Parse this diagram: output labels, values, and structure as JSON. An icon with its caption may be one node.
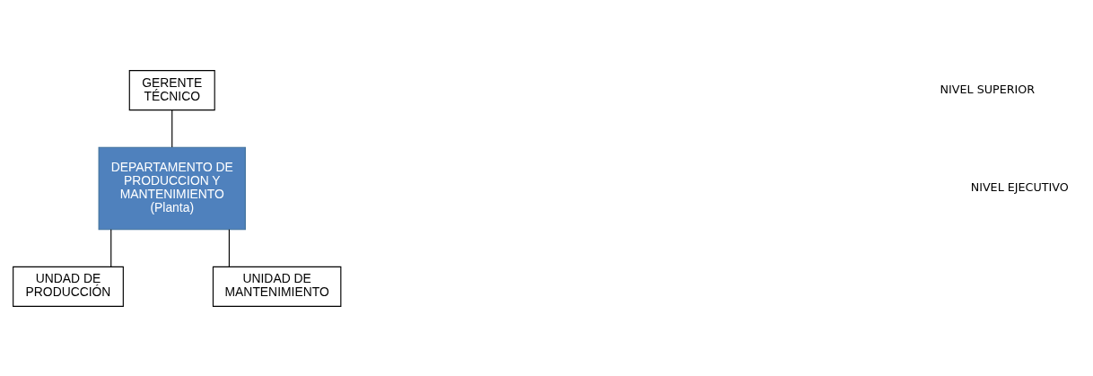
{
  "diagram": {
    "nodes": [
      {
        "text": [
          "GERENTE TÉCNICO"
        ]
      },
      {
        "text": [
          "DEPARTAMENTO DE PRODUCCION Y MANTENIMIENTO (Planta)"
        ]
      },
      {
        "text": [
          "UNDAD DE PRODUCCIÓN"
        ]
      },
      {
        "text": [
          "UNIDAD DE MANTENIMIENTO"
        ]
      }
    ],
    "edges": [
      {
        "from": 0,
        "to": 1,
        "arrow": "none"
      },
      {
        "from": 1,
        "to": 2,
        "arrow": "none"
      },
      {
        "from": 1,
        "to": 3,
        "arrow": "none"
      }
    ],
    "labels": [
      "NIVEL SUPERIOR",
      "NIVEL EJECUTIVO"
    ]
  }
}
